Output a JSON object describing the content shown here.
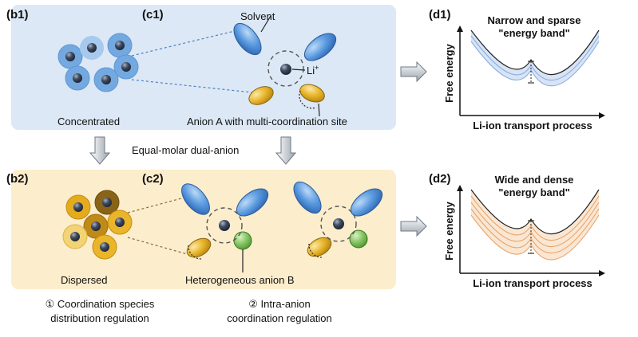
{
  "panels": {
    "b1": "(b1)",
    "c1": "(c1)",
    "d1": "(d1)",
    "b2": "(b2)",
    "c2": "(c2)",
    "d2": "(d2)"
  },
  "top": {
    "solvent": "Solvent",
    "li": "Li",
    "li_sup": "+",
    "concentrated": "Concentrated",
    "anion_a": "Anion A with multi-coordination site"
  },
  "middle": {
    "dual_anion": "Equal-molar dual-anion"
  },
  "bottom": {
    "dispersed": "Dispersed",
    "anion_b": "Heterogeneous anion B"
  },
  "captions": {
    "one_line1": "① Coordination species",
    "one_line2": "distribution regulation",
    "two_line1": "② Intra-anion",
    "two_line2": "coordination regulation"
  },
  "graph1": {
    "title1": "Narrow and sparse",
    "title2": "\"energy band\"",
    "ylabel": "Free energy",
    "xlabel": "Li-ion transport process"
  },
  "graph2": {
    "title1": "Wide and dense",
    "title2": "\"energy band\"",
    "ylabel": "Free energy",
    "xlabel": "Li-ion transport process"
  },
  "colors": {
    "top_panel": "#dce8f5",
    "bottom_panel": "#fcedcc",
    "solvent_blue": "#4a8fd8",
    "anion_yellow": "#e7b423",
    "anion_green": "#7dbf5a",
    "li_dark": "#2f3a4c",
    "band_blue": "#a9c4e8",
    "band_orange": "#e9a46a"
  },
  "icons": {
    "arrow_right": "thick-right-arrow-icon",
    "arrow_down": "thick-down-arrow-icon"
  }
}
